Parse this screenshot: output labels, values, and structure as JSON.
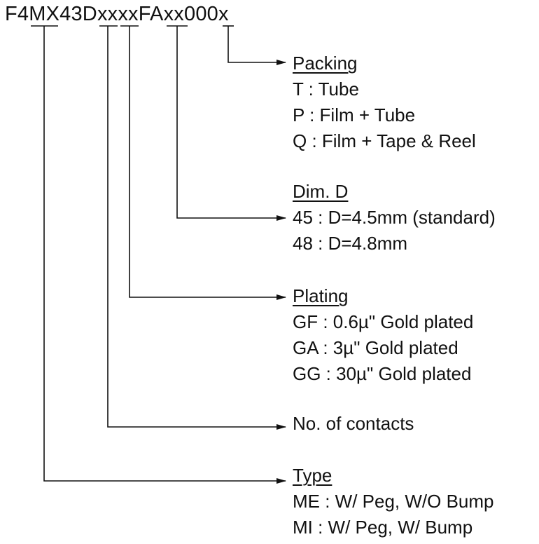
{
  "part_number": "F4MX43DxxxxFAxx000x",
  "groups": {
    "packing": {
      "heading": "Packing",
      "options": [
        "T : Tube",
        "P : Film + Tube",
        "Q : Film + Tape & Reel"
      ]
    },
    "dim_d": {
      "heading": "Dim. D",
      "options": [
        "45 : D=4.5mm (standard)",
        "48 : D=4.8mm"
      ]
    },
    "plating": {
      "heading": "Plating",
      "options": [
        "GF : 0.6µ\" Gold plated",
        "GA : 3µ\" Gold plated",
        "GG : 30µ\" Gold plated"
      ]
    },
    "contacts": {
      "heading": "No. of contacts",
      "options": []
    },
    "type": {
      "heading": "Type",
      "options": [
        "ME : W/ Peg, W/O Bump",
        "MI : W/ Peg, W/ Bump"
      ]
    }
  }
}
